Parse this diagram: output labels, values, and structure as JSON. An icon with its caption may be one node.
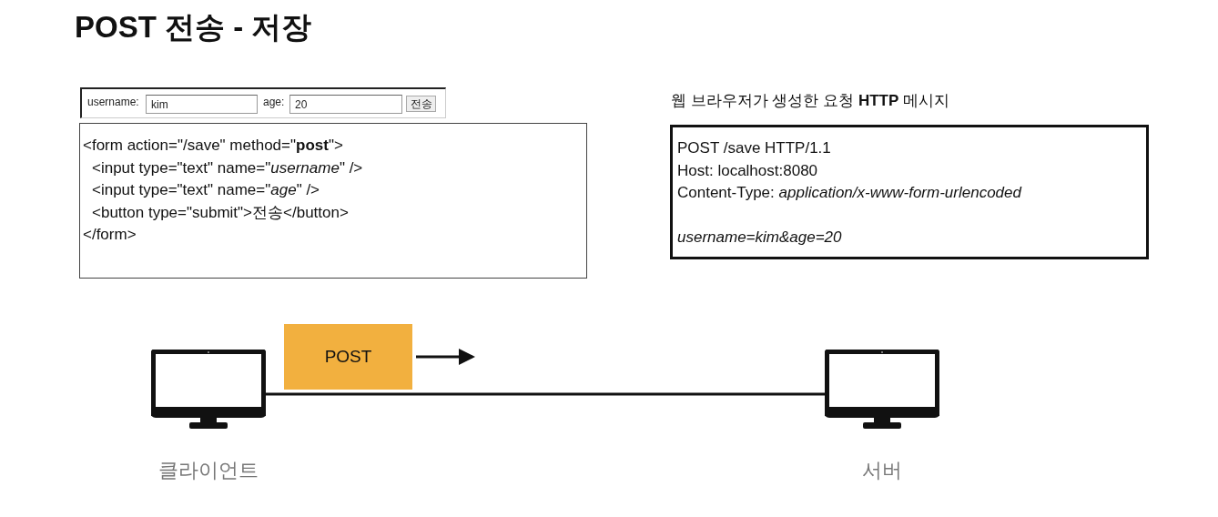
{
  "diagram": {
    "title": "POST 전송 - 저장",
    "nodes": [
      {
        "text": [
          "username:",
          "kim",
          "age:",
          "20",
          "전송"
        ]
      },
      {
        "text": [
          "<form action=\"/save\" method=\"**post**\">",
          "<input type=\"text\" name=\"*username*\" />",
          "<input type=\"text\" name=\"*age*\" />",
          "<button type=\"submit\">전송</button>",
          "</form>"
        ]
      },
      {
        "text": [
          "웹 브라우저가 생성한 요청 **HTTP** 메시지",
          "POST /save HTTP/1.1",
          "Host: localhost:8080",
          "Content-Type: *application/x-www-form-urlencoded*",
          "*username=kim&age=20*"
        ]
      },
      {
        "text": [
          "클라이언트"
        ]
      },
      {
        "text": [
          "서버"
        ]
      },
      {
        "text": [
          "POST"
        ]
      }
    ],
    "edges": [
      {
        "from": 3,
        "to": 4,
        "arrow": "none"
      },
      {
        "from": 5,
        "to": null,
        "arrow": "to"
      }
    ]
  }
}
